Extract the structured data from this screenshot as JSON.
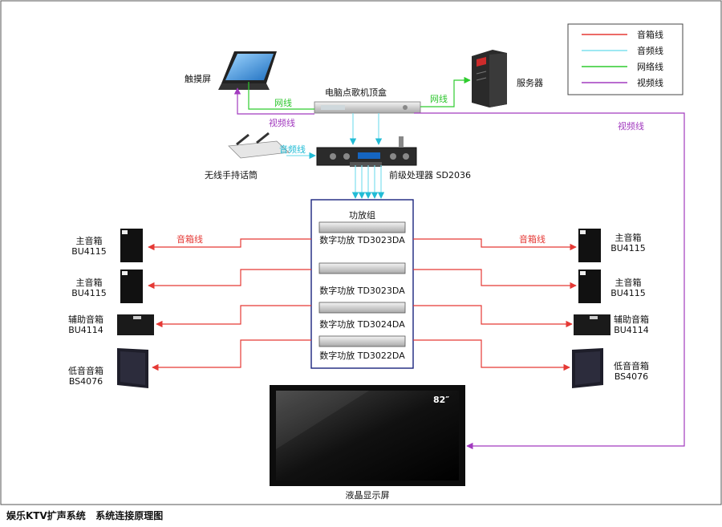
{
  "legend": {
    "items": [
      {
        "label": "音箱线",
        "color": "#e53935"
      },
      {
        "label": "音频线",
        "color": "#7fe0ee"
      },
      {
        "label": "网络线",
        "color": "#2ecc2e"
      },
      {
        "label": "视频线",
        "color": "#a23bbf"
      }
    ]
  },
  "devices": {
    "touchscreen": "触摸屏",
    "stb": "电脑点歌机顶盒",
    "server": "服务器",
    "mic": "无线手持话筒",
    "processor": "前级处理器 SD2036",
    "amp_group": "功放组",
    "amp1": "数字功放 TD3023DA",
    "amp2": "数字功放 TD3023DA",
    "amp3": "数字功放 TD3024DA",
    "amp4": "数字功放 TD3022DA",
    "lcd": "液晶显示屏",
    "lcd_size": "82″"
  },
  "speakers": {
    "left": [
      {
        "name": "主音箱",
        "model": "BU4115"
      },
      {
        "name": "主音箱",
        "model": "BU4115"
      },
      {
        "name": "辅助音箱",
        "model": "BU4114"
      },
      {
        "name": "低音音箱",
        "model": "BS4076"
      }
    ],
    "right": [
      {
        "name": "主音箱",
        "model": "BU4115"
      },
      {
        "name": "主音箱",
        "model": "BU4115"
      },
      {
        "name": "辅助音箱",
        "model": "BU4114"
      },
      {
        "name": "低音音箱",
        "model": "BS4076"
      }
    ]
  },
  "links": {
    "net_left": "网线",
    "net_right": "网线",
    "video_left": "视频线",
    "video_right": "视频线",
    "audio": "音频线",
    "spk_left": "音箱线",
    "spk_right": "音箱线"
  },
  "caption": "娱乐KTV扩声系统   系统连接原理图"
}
